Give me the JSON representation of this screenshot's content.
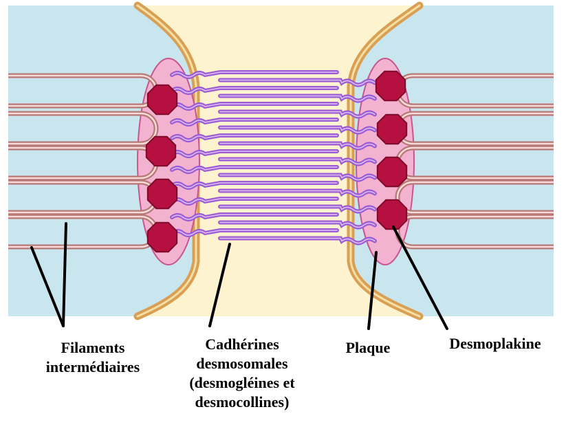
{
  "labels": {
    "filaments_line1": "Filaments",
    "filaments_line2": "intermédiaires",
    "cadherines_line1": "Cadhérines",
    "cadherines_line2": "desmosomales",
    "cadherines_line3": "(desmogléines et",
    "cadherines_line4": "desmocollines)",
    "plaque": "Plaque",
    "desmoplakine": "Desmoplakine"
  },
  "colors": {
    "cytoplasm": "#c9e6ee",
    "intercellular_space": "#fdf4cf",
    "membrane": "#d9a055",
    "plaque": "#f3b3d0",
    "desmoplakin": "#b5103f",
    "cadherin": "#9d5cd3",
    "filament": "#b77876"
  }
}
